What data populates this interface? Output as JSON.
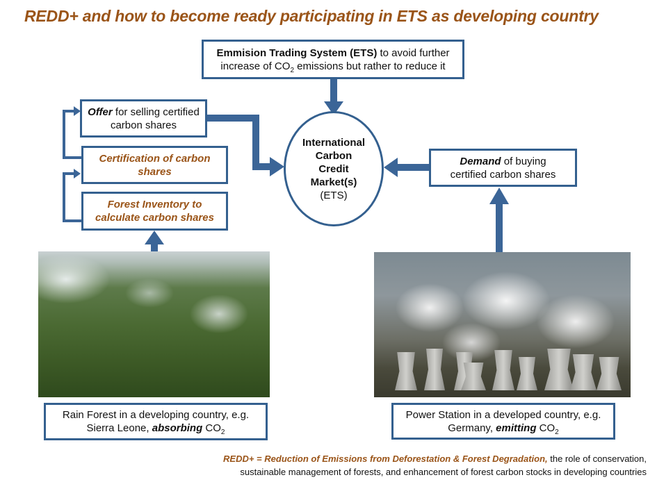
{
  "title": "REDD+ and how to become ready participating in ETS as developing country",
  "ets_box": {
    "bold": "Emmision Trading System (ETS)",
    "text1": " to avoid further",
    "text2a": "increase of CO",
    "sub": "2",
    "text2b": " emissions but rather to reduce it"
  },
  "market": {
    "line1": "International",
    "line2": "Carbon",
    "line3": "Credit",
    "line4": "Market(s)",
    "line5": "(ETS)"
  },
  "offer_box": {
    "bold": "Offer",
    "text1": " for selling certified",
    "text2": "carbon shares"
  },
  "certification_box": {
    "line1": "Certification of carbon",
    "line2": "shares"
  },
  "inventory_box": {
    "line1": "Forest Inventory to",
    "line2": "calculate  carbon shares"
  },
  "demand_box": {
    "bold": "Demand",
    "text1": " of buying",
    "text2": "certified carbon shares"
  },
  "rainforest_caption": {
    "line1": "Rain Forest in a developing country, e.g.",
    "text2a": "Sierra Leone, ",
    "bold": "absorbing",
    "text2b": " CO",
    "sub": "2"
  },
  "power_caption": {
    "line1": "Power Station in a developed country, e.g.",
    "text2a": "Germany, ",
    "bold": "emitting",
    "text2b": "  CO",
    "sub": "2"
  },
  "footer": {
    "term": "REDD+  =  Reduction of Emissions  from Deforestation & Forest Degradation,",
    "text1": " the role of conservation,",
    "text2": "sustainable management of forests, and enhancement of forest carbon stocks in developing countries"
  },
  "colors": {
    "accent_blue": "#34608f",
    "title_brown": "#9a5418"
  }
}
